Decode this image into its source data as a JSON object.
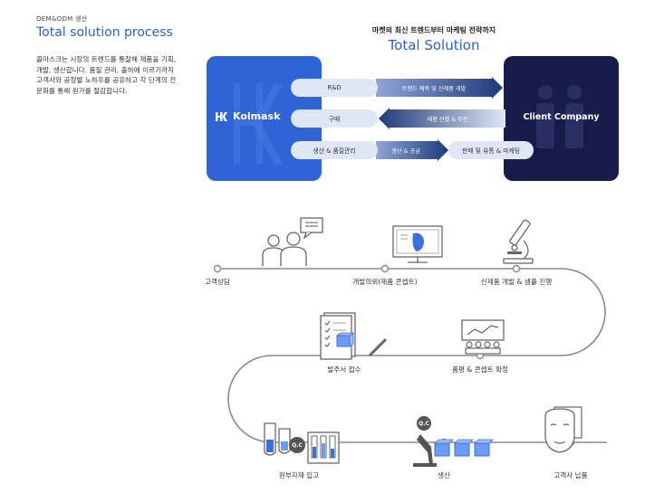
{
  "header": {
    "eyebrow": "OEM&ODM 생산",
    "title": "Total solution process",
    "description": "콜마스크는 시장의 트렌드를 통찰해 제품을 기획, 개발, 생산합니다. 품질 관리, 출하에 이르기까지 고객사와 공정별 노하우를 공유하고 각 단계의 전문화를 통해 원가를 절감합니다."
  },
  "solution": {
    "subtitle": "마켓의 최신 트렌드부터 마케팅 전략까지",
    "title": "Total Solution",
    "left_brand": "Kolmask",
    "right_brand": "Client Company",
    "rows": [
      {
        "pill": "R&D",
        "arrow": "트렌드 예측 및 신제품 개발",
        "direction": "right"
      },
      {
        "pill": "구매",
        "arrow": "제품 선별 & 주문",
        "direction": "left"
      },
      {
        "pill": "생산 & 품질관리",
        "arrow": "생산 & 공급",
        "direction": "right",
        "end_pill": "판매 및 유통 & 마케팅"
      }
    ]
  },
  "process": {
    "steps": [
      {
        "label": "고객상담",
        "icon": "consultation-icon"
      },
      {
        "label": "개발의뢰(제품 콘셉트)",
        "icon": "monitor-mask-icon"
      },
      {
        "label": "신제품 개발 & 샘플 진행",
        "icon": "microscope-icon"
      },
      {
        "label": "품평 & 콘셉트 확정",
        "icon": "presentation-icon"
      },
      {
        "label": "발주서 접수",
        "icon": "checklist-icon"
      },
      {
        "label": "원부자재 입고",
        "icon": "lab-tubes-icon"
      },
      {
        "label": "생산",
        "icon": "robot-arm-icon"
      },
      {
        "label": "고객사 납품",
        "icon": "face-mask-icon"
      }
    ],
    "qc_badge": "Q.C"
  },
  "colors": {
    "accent": "#2f63d6",
    "navy": "#181c4a",
    "line": "#8a8a8a"
  }
}
